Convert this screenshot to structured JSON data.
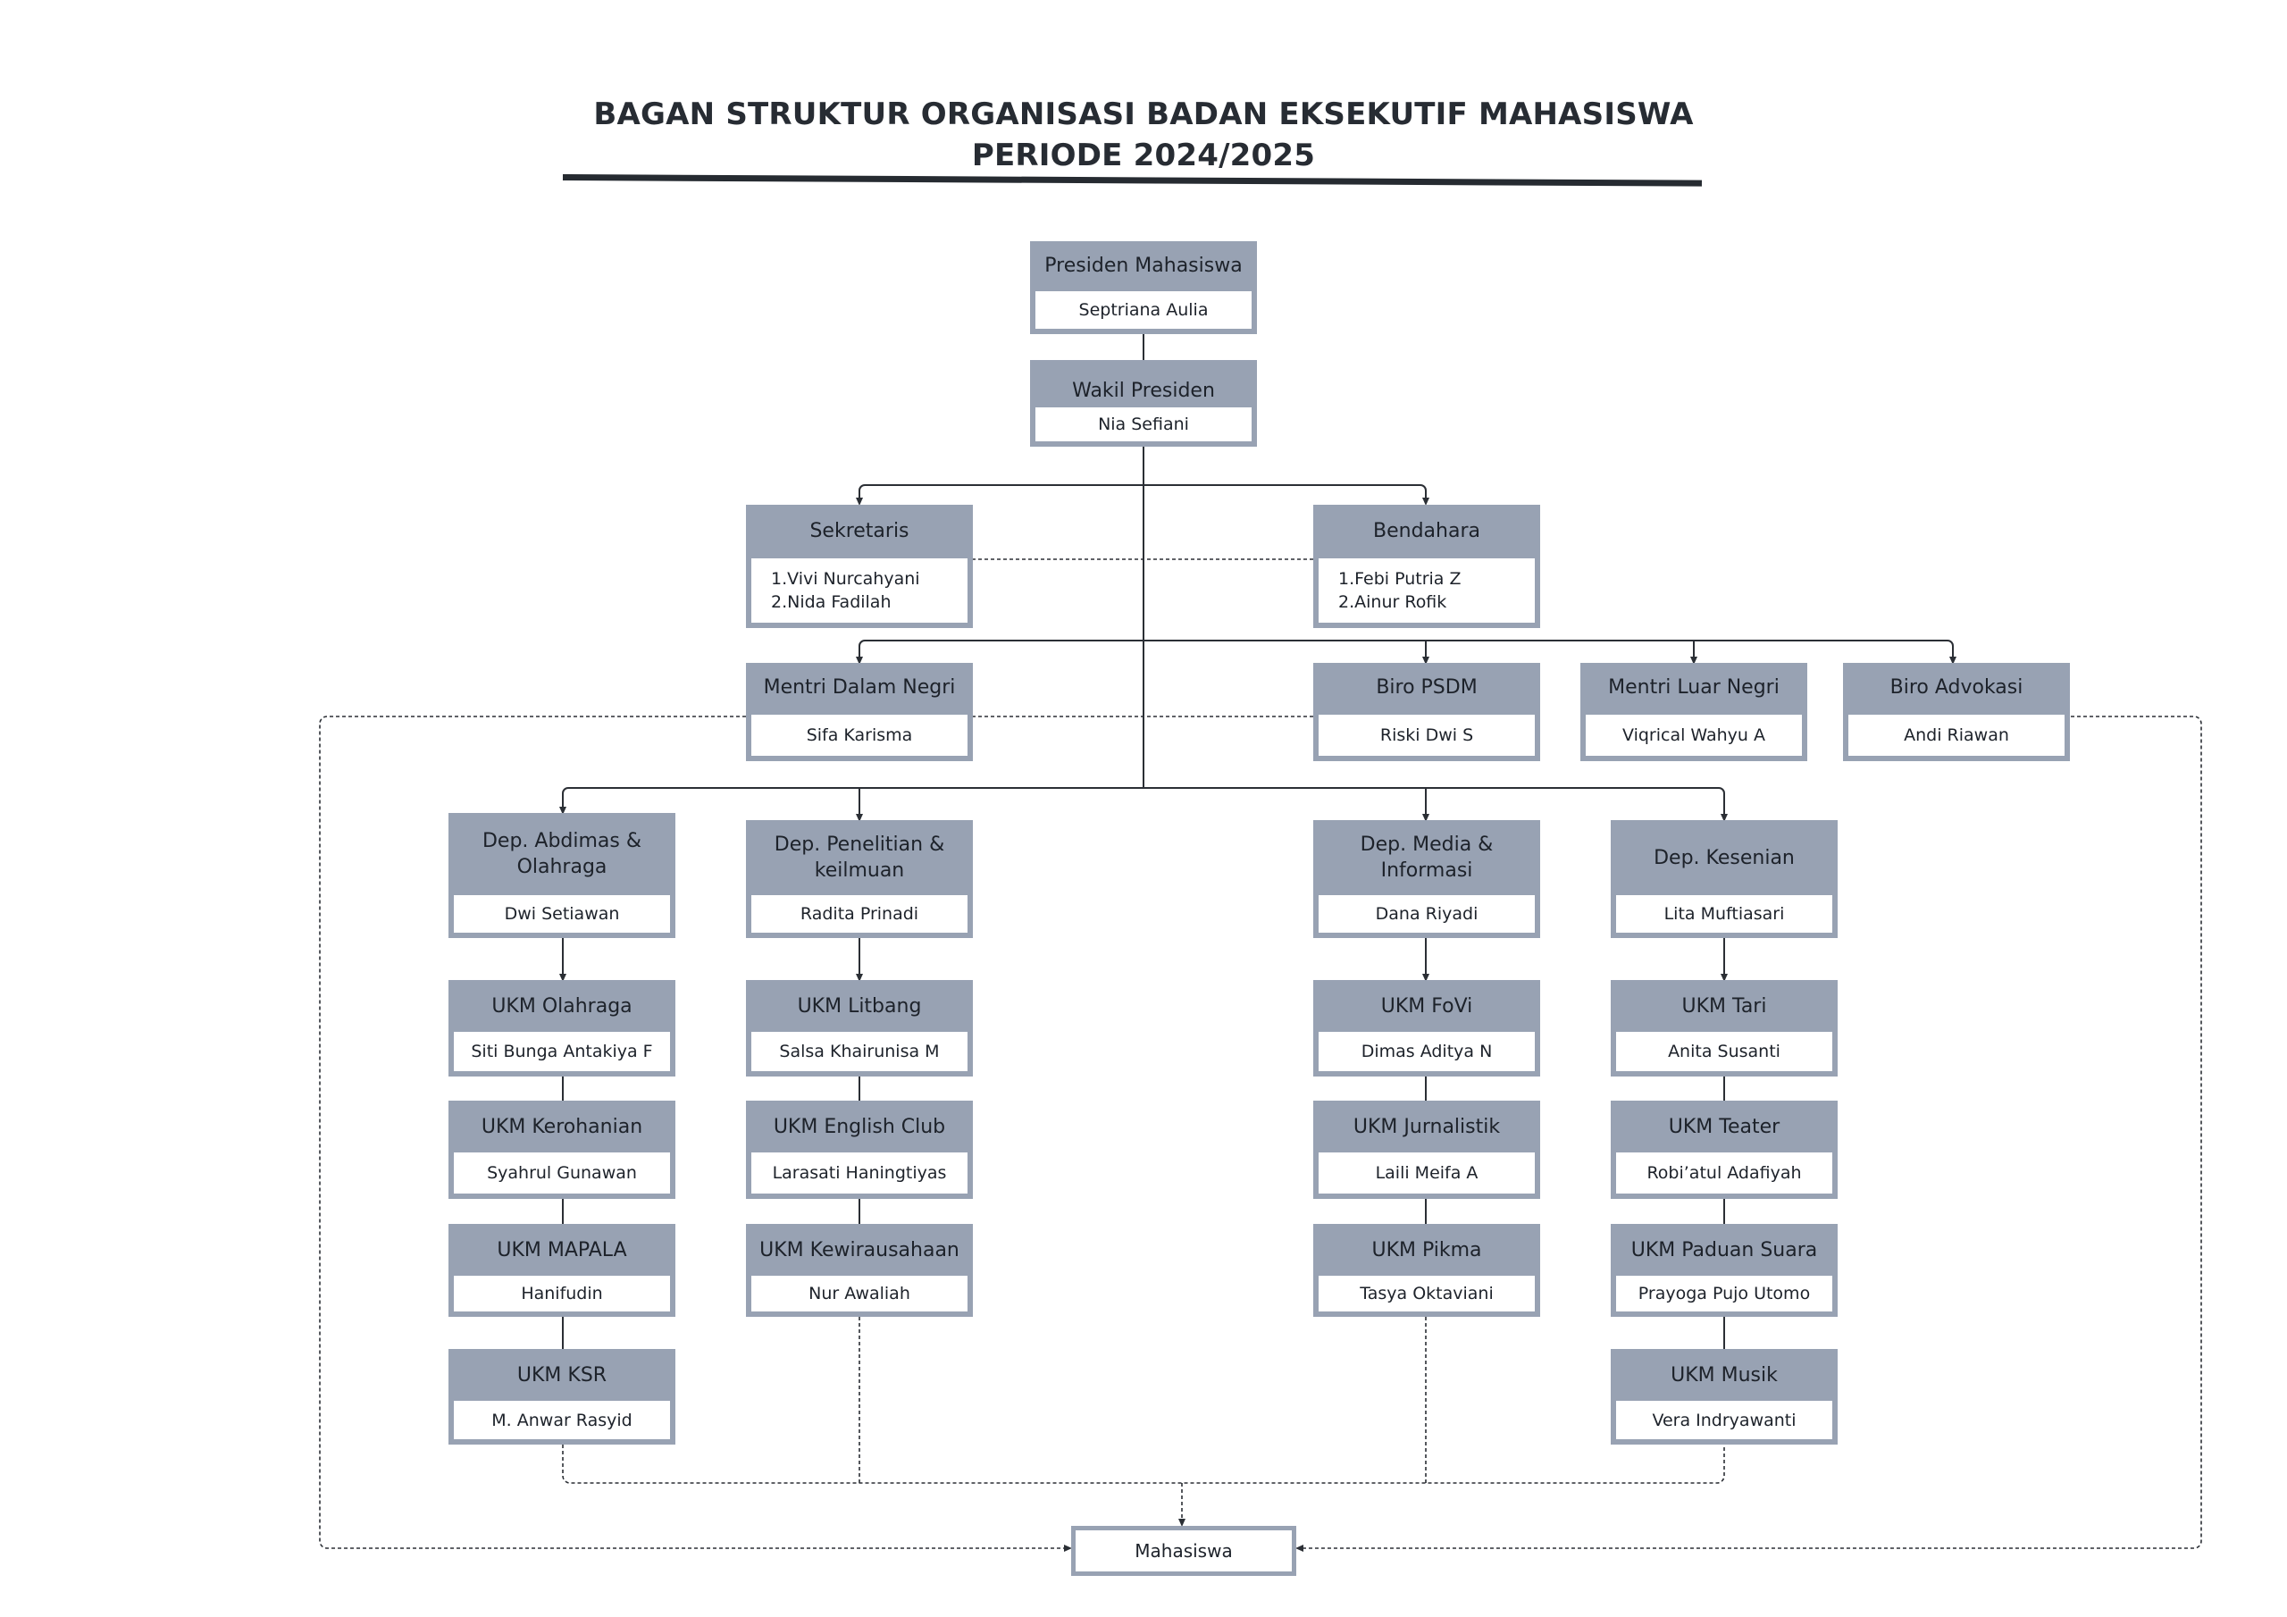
{
  "title": {
    "line1": "BAGAN STRUKTUR ORGANISASI  BADAN EKSEKUTIF MAHASISWA",
    "line2": "PERIODE 2024/2025"
  },
  "nodes": {
    "presiden": {
      "role": "Presiden Mahasiswa",
      "name": "Septriana Aulia"
    },
    "wakil": {
      "role": "Wakil Presiden",
      "name": "Nia Sefiani"
    },
    "sekretaris": {
      "role": "Sekretaris",
      "names": [
        "1.Vivi Nurcahyani",
        "2.Nida Fadilah"
      ]
    },
    "bendahara": {
      "role": "Bendahara",
      "names": [
        "1.Febi Putria Z",
        "2.Ainur Rofik"
      ]
    },
    "mendagri": {
      "role": "Mentri  Dalam Negri",
      "name": "Sifa Karisma"
    },
    "psdm": {
      "role": "Biro PSDM",
      "name": "Riski Dwi S"
    },
    "menlu": {
      "role": "Mentri Luar Negri",
      "name": "Viqrical Wahyu A"
    },
    "advokasi": {
      "role": "Biro Advokasi",
      "name": "Andi Riawan"
    },
    "abdimas": {
      "role": "Dep. Abdimas & Olahraga",
      "name": "Dwi Setiawan"
    },
    "penelitian": {
      "role": "Dep. Penelitian & keilmuan",
      "name": "Radita Prinadi"
    },
    "media": {
      "role": "Dep. Media & Informasi",
      "name": "Dana Riyadi"
    },
    "kesenian": {
      "role": "Dep. Kesenian",
      "name": "Lita Muftiasari"
    },
    "olahraga": {
      "role": "UKM Olahraga",
      "name": "Siti Bunga Antakiya F"
    },
    "kerohanian": {
      "role": "UKM Kerohanian",
      "name": "Syahrul Gunawan"
    },
    "mapala": {
      "role": "UKM MAPALA",
      "name": "Hanifudin"
    },
    "ksr": {
      "role": "UKM KSR",
      "name": "M. Anwar Rasyid"
    },
    "litbang": {
      "role": "UKM Litbang",
      "name": "Salsa Khairunisa M"
    },
    "english": {
      "role": "UKM English Club",
      "name": "Larasati Haningtiyas"
    },
    "kwu": {
      "role": "UKM Kewirausahaan",
      "name": "Nur Awaliah"
    },
    "fovi": {
      "role": "UKM FoVi",
      "name": "Dimas Aditya N"
    },
    "jurnalistik": {
      "role": "UKM Jurnalistik",
      "name": "Laili Meifa A"
    },
    "pikma": {
      "role": "UKM Pikma",
      "name": "Tasya Oktaviani"
    },
    "tari": {
      "role": "UKM Tari",
      "name": "Anita Susanti"
    },
    "teater": {
      "role": "UKM Teater",
      "name": "Robi’atul Adafiyah"
    },
    "paduan": {
      "role": "UKM Paduan Suara",
      "name": "Prayoga Pujo Utomo"
    },
    "musik": {
      "role": "UKM Musik",
      "name": "Vera Indryawanti"
    }
  },
  "mahasiswa": "Mahasiswa",
  "colors": {
    "box": "#98a2b3",
    "line": "#2b2f35",
    "title": "#272c33"
  }
}
